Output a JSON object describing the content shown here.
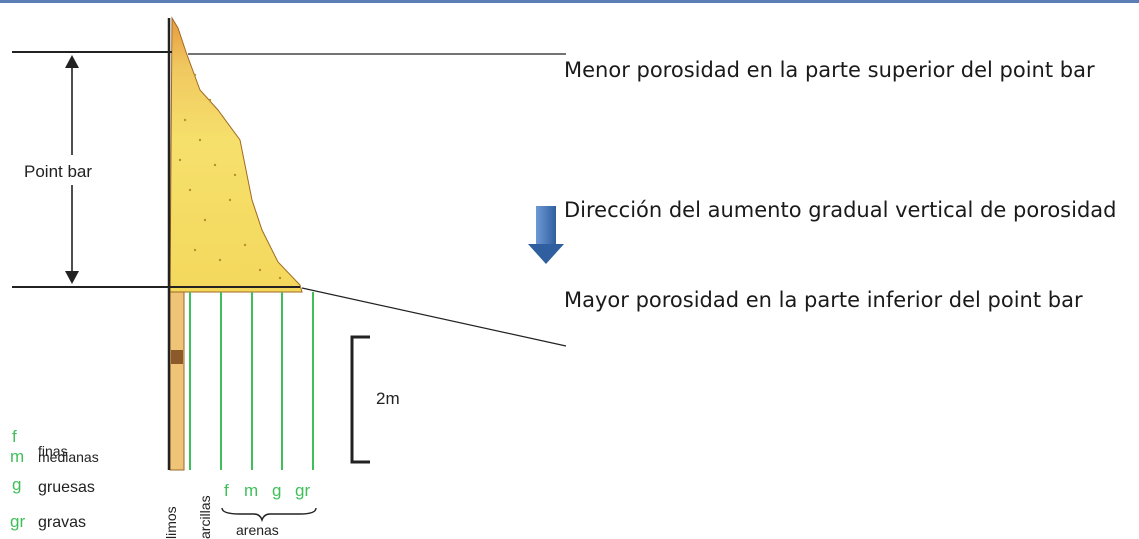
{
  "left_panel": {
    "title": "Point bar",
    "scale": "2m"
  },
  "legend": [
    {
      "code": "f",
      "name": "finas"
    },
    {
      "code": "m",
      "name": "medianas"
    },
    {
      "code": "g",
      "name": "gruesas"
    },
    {
      "code": "gr",
      "name": "gravas"
    }
  ],
  "grain_axis": {
    "limos": "limos",
    "arcillas": "arcillas",
    "sand_codes": [
      "f",
      "m",
      "g",
      "gr"
    ],
    "arenas": "arenas"
  },
  "notes": {
    "top": "Menor porosidad en la parte superior del point bar",
    "middle": "Dirección del aumento gradual vertical de porosidad",
    "bottom": "Mayor porosidad en la parte inferior del point bar"
  },
  "colors": {
    "sand_fill": "#f4dc62",
    "top_fill": "#e8a24a",
    "green_lines": "#3fbf5a",
    "arrow": "#3f6fb3",
    "rule": "#5b7fb5"
  },
  "icons": {
    "direction": "down-arrow-icon"
  }
}
